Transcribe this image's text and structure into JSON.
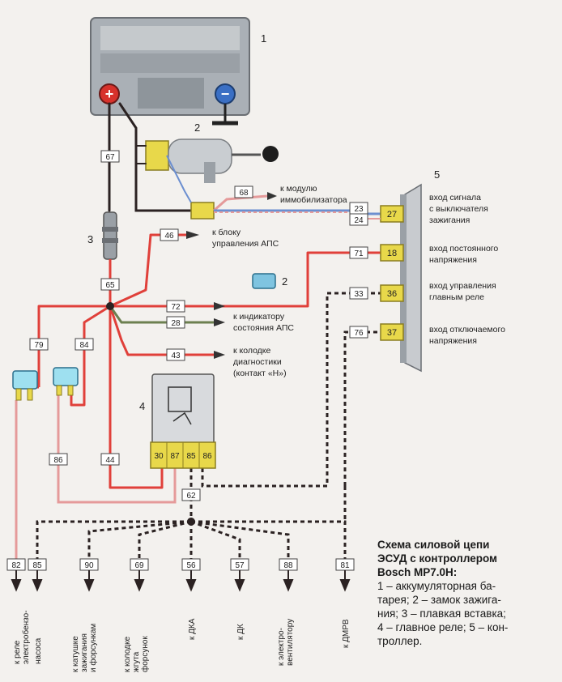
{
  "components": {
    "battery_num": "1",
    "ignition_num": "2",
    "fuse_num": "3",
    "relay_num": "4",
    "controller_num": "5",
    "fuse2_num": "2",
    "battery_plus": "+",
    "battery_minus": "−"
  },
  "wires": {
    "w67": "67",
    "w68": "68",
    "w23": "23",
    "w24": "24",
    "w46": "46",
    "w71": "71",
    "w65": "65",
    "w72": "72",
    "w28": "28",
    "w43": "43",
    "w33": "33",
    "w76": "76",
    "w79": "79",
    "w84": "84",
    "w86": "86",
    "w44": "44",
    "w62": "62"
  },
  "pins": {
    "p27": "27",
    "p18": "18",
    "p36": "36",
    "p37": "37",
    "r30": "30",
    "r87": "87",
    "r85": "85",
    "r86": "86"
  },
  "controller_labels": {
    "l27": [
      "вход сигнала",
      "с выключателя",
      "зажигания"
    ],
    "l18": [
      "вход постоянного",
      "напряжения"
    ],
    "l36": [
      "вход управления",
      "главным реле"
    ],
    "l37": [
      "вход отключаемого",
      "напряжения"
    ]
  },
  "annotations": {
    "immo": [
      "к модулю",
      "иммобилизатора"
    ],
    "aps_block": [
      "к блоку",
      "управления АПС"
    ],
    "aps_ind": [
      "к индикатору",
      "состояния АПС"
    ],
    "diag": [
      "к колодке",
      "диагностики",
      "(контакт «Н»)"
    ]
  },
  "bottom": {
    "b1_num": "82",
    "b1_label": [
      "к реле",
      "электробензо-",
      "насоса"
    ],
    "b2_num": "85",
    "b2_label": [
      "к реле",
      "электробензо-",
      "насоса"
    ],
    "b3_num": "90",
    "b3_label": [
      "к катушке",
      "зажигания",
      "и форсункам"
    ],
    "b4_num": "69",
    "b4_label": [
      "к колодке",
      "жгута",
      "форсунок"
    ],
    "b5_num": "56",
    "b5_label": [
      "к ДКА"
    ],
    "b6_num": "57",
    "b6_label": [
      "к ДК"
    ],
    "b7_num": "88",
    "b7_label": [
      "к электро-",
      "вентилятору"
    ],
    "b8_num": "81",
    "b8_label": [
      "к ДМРВ"
    ]
  },
  "caption": {
    "title": [
      "Схема силовой цепи",
      "ЭСУД с контроллером",
      "Bosch MP7.0H:"
    ],
    "lines": [
      "1 – аккумуляторная ба-",
      "тарея; 2 – замок зажига-",
      "ния; 3 – плавкая вставка;",
      "4 – главное реле; 5 – кон-",
      "троллер."
    ]
  },
  "colors": {
    "red": "#e0403a",
    "pink": "#e59a9a",
    "dark": "#2b2222",
    "yellow": "#e8d84a",
    "blue": "#6c8fd0",
    "green": "#6c8050"
  }
}
